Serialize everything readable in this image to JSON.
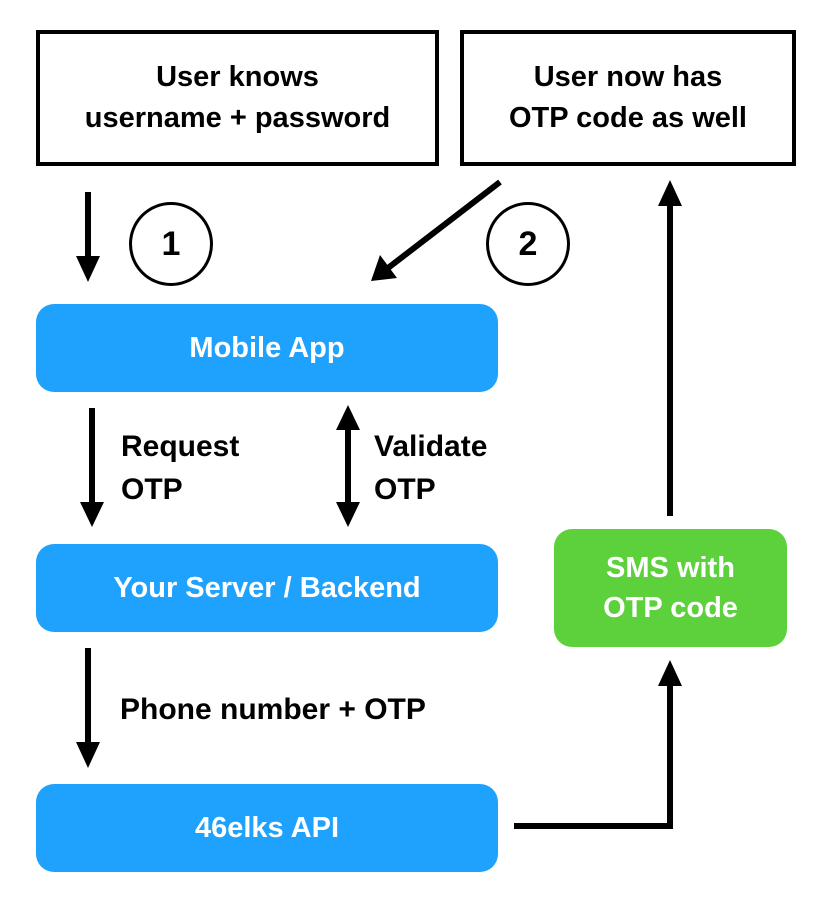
{
  "boxes": {
    "user_credentials": {
      "line1": "User knows",
      "line2": "username + password"
    },
    "user_otp": {
      "line1": "User now has",
      "line2": "OTP code as well"
    }
  },
  "steps": {
    "one": "1",
    "two": "2"
  },
  "nodes": {
    "mobile_app": "Mobile App",
    "server": "Your Server / Backend",
    "api": "46elks API",
    "sms": {
      "line1": "SMS with",
      "line2": "OTP code"
    }
  },
  "labels": {
    "request_otp": {
      "line1": "Request",
      "line2": "OTP"
    },
    "validate_otp": {
      "line1": "Validate",
      "line2": "OTP"
    },
    "phone_otp": "Phone number + OTP"
  },
  "colors": {
    "blue": "#1fa2fd",
    "green": "#5dd13c"
  }
}
